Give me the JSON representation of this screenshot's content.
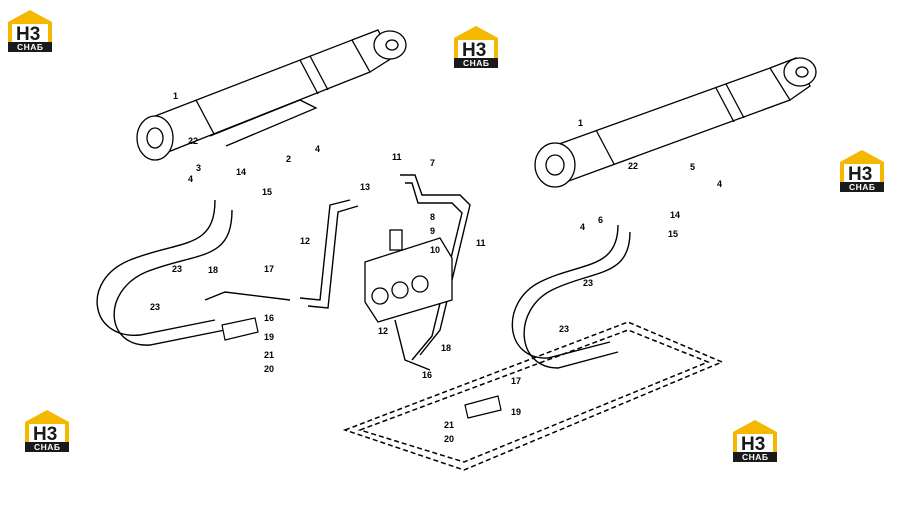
{
  "logo": {
    "mark": "H3",
    "text": "СНАБ",
    "color_yellow": "#f5b800",
    "color_dark": "#1a1a1a"
  },
  "callouts": [
    "1",
    "22",
    "3",
    "14",
    "15",
    "4",
    "2",
    "4",
    "23",
    "18",
    "17",
    "16",
    "19",
    "21",
    "20",
    "23",
    "11",
    "7",
    "13",
    "8",
    "9",
    "10",
    "12",
    "11",
    "12",
    "18",
    "17",
    "16",
    "19",
    "21",
    "20",
    "1",
    "22",
    "5",
    "4",
    "6",
    "14",
    "15",
    "4",
    "23",
    "23"
  ]
}
